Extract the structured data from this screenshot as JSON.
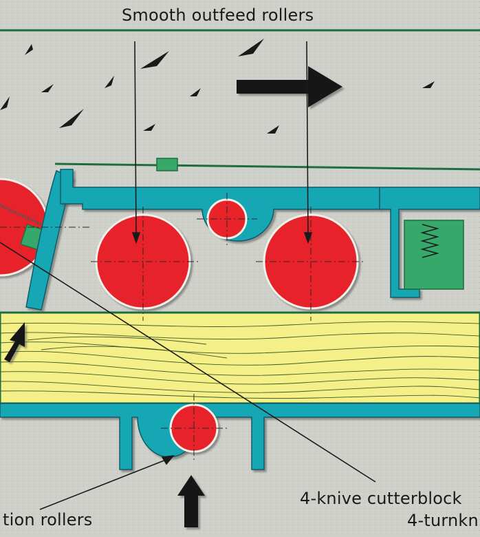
{
  "labels": {
    "top": "Smooth outfeed rollers",
    "bottom_left": "tion rollers",
    "bottom_right_1": "4-knive cutterblock",
    "bottom_right_2": "4-turnkn"
  },
  "colors": {
    "background": "#cfd0ca",
    "roller": "#e8232a",
    "housing": "#19a7b5",
    "wood": "#f4ef86",
    "spring_block": "#35a86a",
    "arrow": "#141414"
  }
}
